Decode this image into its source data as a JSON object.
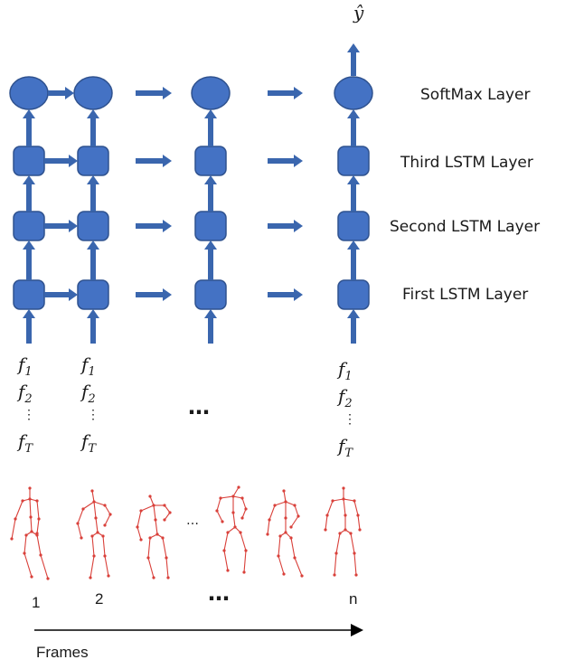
{
  "output_label": "ŷ",
  "layers": {
    "softmax": "SoftMax Layer",
    "third": "Third LSTM Layer",
    "second": "Second LSTM Layer",
    "first": "First LSTM Layer"
  },
  "features": {
    "f1": "f",
    "f1_sub": "1",
    "f2": "f",
    "f2_sub": "2",
    "vdots": "⋮",
    "fT": "f",
    "fT_sub": "T"
  },
  "ellipsis": "…",
  "skeleton_ellipsis": "…",
  "frame_numbers": [
    "1",
    "2",
    "n"
  ],
  "frames_axis_label": "Frames",
  "colors": {
    "node_fill": "#4472C4",
    "node_stroke": "#2F528F",
    "arrow": "#3A66AE",
    "skeleton": "#D9403A"
  }
}
